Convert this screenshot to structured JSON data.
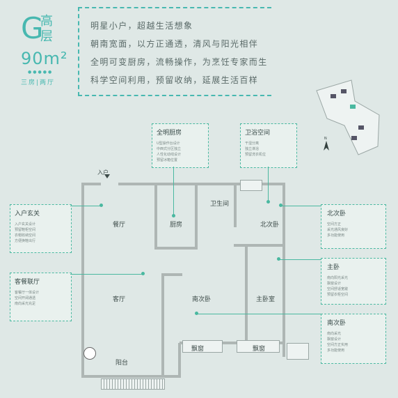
{
  "brand": {
    "letter": "G",
    "line1": "高",
    "line2": "层",
    "area": "90m²",
    "rooms": "三房|两厅"
  },
  "slogans": [
    "明星小户，超越生活想象",
    "朝南宽面，以方正通透，清风与阳光相伴",
    "全明可变厨房，流畅操作，为烹饪专家而生",
    "科学空间利用，预留收纳，延展生活百样"
  ],
  "callouts": {
    "kitchen": {
      "title": "全明厨房",
      "lines": [
        "U型操作台设计",
        "中西式分区独立",
        "人性化动线设计",
        "预留冰箱位置"
      ]
    },
    "bath": {
      "title": "卫浴空间",
      "lines": [
        "干湿分离",
        "独立淋浴",
        "预留洗衣机位"
      ]
    },
    "entry": {
      "title": "入户玄关",
      "lines": [
        "入户玄关设计",
        "预留鞋柜空间",
        "衣帽收纳空间",
        "方便换鞋出行"
      ]
    },
    "living": {
      "title": "客餐联厅",
      "lines": [
        "客餐厅一体设计",
        "空间开阔通透",
        "南向采光充足"
      ]
    },
    "north": {
      "title": "北次卧",
      "lines": [
        "空间方正",
        "采光通风良好",
        "多功能使用"
      ]
    },
    "master": {
      "title": "主卧",
      "lines": [
        "南向阳光采光",
        "飘窗设计",
        "空间舒适宽敞",
        "预留衣柜空间"
      ]
    },
    "south": {
      "title": "南次卧",
      "lines": [
        "南向采光",
        "飘窗设计",
        "空间方正实用",
        "多功能使用"
      ]
    }
  },
  "labels": {
    "entrance": "入户",
    "dining": "餐厅",
    "kitchen": "厨房",
    "toilet": "卫生间",
    "north_room": "北次卧",
    "living": "客厅",
    "south_room": "南次卧",
    "master_room": "主卧室",
    "balcony": "阳台",
    "bay1": "飘窗",
    "bay2": "飘窗"
  },
  "compass": "N"
}
